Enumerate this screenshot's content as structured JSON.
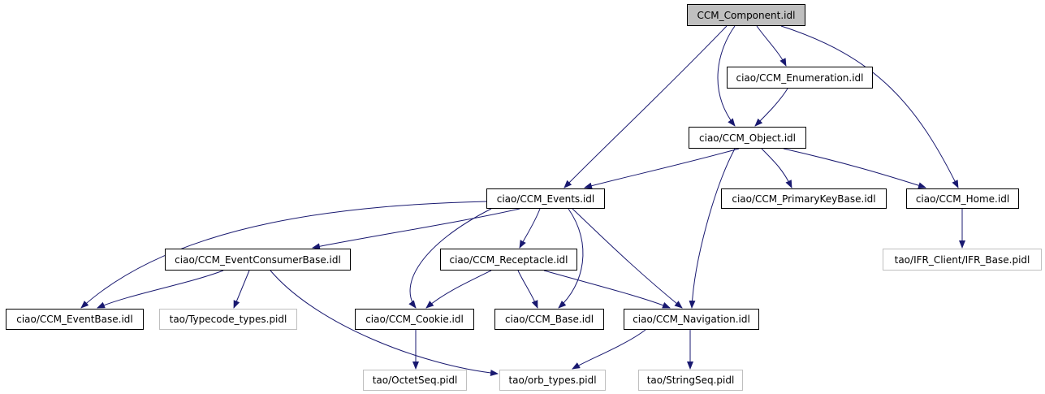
{
  "colors": {
    "edge": "#191970",
    "node_border": "#000000",
    "external_border": "#bfbfbf",
    "root_fill": "#bfbfbf",
    "background": "#ffffff"
  },
  "nodes": [
    {
      "id": "component",
      "label": "CCM_Component.idl",
      "kind": "root"
    },
    {
      "id": "enumeration",
      "label": "ciao/CCM_Enumeration.idl",
      "kind": "normal"
    },
    {
      "id": "object",
      "label": "ciao/CCM_Object.idl",
      "kind": "normal"
    },
    {
      "id": "events",
      "label": "ciao/CCM_Events.idl",
      "kind": "normal"
    },
    {
      "id": "primarykeybase",
      "label": "ciao/CCM_PrimaryKeyBase.idl",
      "kind": "normal"
    },
    {
      "id": "home",
      "label": "ciao/CCM_Home.idl",
      "kind": "normal"
    },
    {
      "id": "ifr_client",
      "label": "tao/IFR_Client/IFR_Base.pidl",
      "kind": "external"
    },
    {
      "id": "eventconsumerbase",
      "label": "ciao/CCM_EventConsumerBase.idl",
      "kind": "normal"
    },
    {
      "id": "receptacle",
      "label": "ciao/CCM_Receptacle.idl",
      "kind": "normal"
    },
    {
      "id": "eventbase",
      "label": "ciao/CCM_EventBase.idl",
      "kind": "normal"
    },
    {
      "id": "typecode",
      "label": "tao/Typecode_types.pidl",
      "kind": "external"
    },
    {
      "id": "cookie",
      "label": "ciao/CCM_Cookie.idl",
      "kind": "normal"
    },
    {
      "id": "base",
      "label": "ciao/CCM_Base.idl",
      "kind": "normal"
    },
    {
      "id": "navigation",
      "label": "ciao/CCM_Navigation.idl",
      "kind": "normal"
    },
    {
      "id": "octetseq",
      "label": "tao/OctetSeq.pidl",
      "kind": "external"
    },
    {
      "id": "orb_types",
      "label": "tao/orb_types.pidl",
      "kind": "external"
    },
    {
      "id": "stringseq",
      "label": "tao/StringSeq.pidl",
      "kind": "external"
    }
  ],
  "edges": [
    {
      "from": "component",
      "to": "enumeration"
    },
    {
      "from": "component",
      "to": "object"
    },
    {
      "from": "component",
      "to": "events"
    },
    {
      "from": "component",
      "to": "home"
    },
    {
      "from": "enumeration",
      "to": "object"
    },
    {
      "from": "object",
      "to": "events"
    },
    {
      "from": "object",
      "to": "primarykeybase"
    },
    {
      "from": "object",
      "to": "home"
    },
    {
      "from": "object",
      "to": "navigation"
    },
    {
      "from": "home",
      "to": "ifr_client"
    },
    {
      "from": "events",
      "to": "eventconsumerbase"
    },
    {
      "from": "events",
      "to": "eventbase"
    },
    {
      "from": "events",
      "to": "receptacle"
    },
    {
      "from": "events",
      "to": "cookie"
    },
    {
      "from": "events",
      "to": "base"
    },
    {
      "from": "events",
      "to": "navigation"
    },
    {
      "from": "eventconsumerbase",
      "to": "eventbase"
    },
    {
      "from": "eventconsumerbase",
      "to": "typecode"
    },
    {
      "from": "eventconsumerbase",
      "to": "orb_types"
    },
    {
      "from": "receptacle",
      "to": "cookie"
    },
    {
      "from": "receptacle",
      "to": "base"
    },
    {
      "from": "receptacle",
      "to": "navigation"
    },
    {
      "from": "cookie",
      "to": "octetseq"
    },
    {
      "from": "navigation",
      "to": "orb_types"
    },
    {
      "from": "navigation",
      "to": "stringseq"
    }
  ]
}
